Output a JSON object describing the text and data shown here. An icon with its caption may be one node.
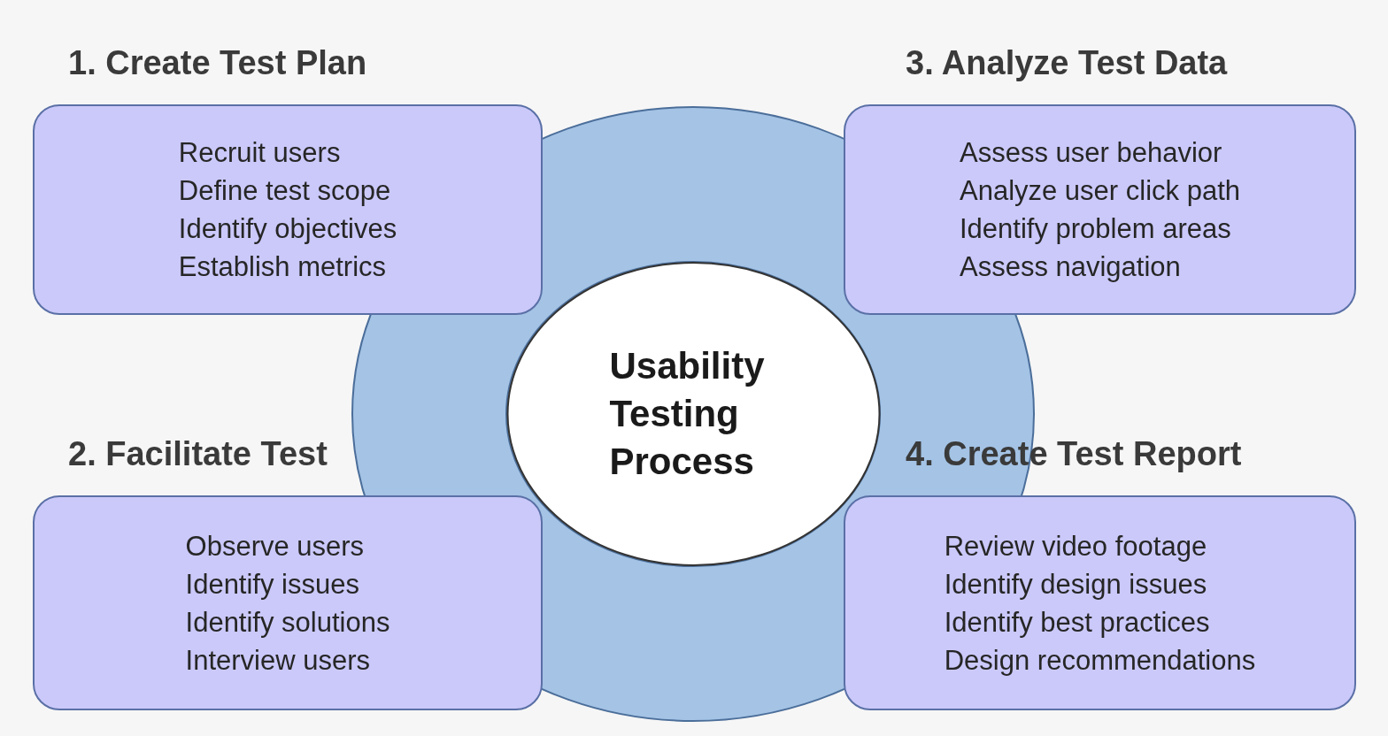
{
  "diagram": {
    "nodes": [
      {
        "text": [
          "1. Create Test Plan",
          "Recruit users",
          "Define test scope",
          "Identify objectives",
          "Establish metrics"
        ]
      },
      {
        "text": [
          "3. Analyze Test Data",
          "Assess user behavior",
          "Analyze user click path",
          "Identify problem areas",
          "Assess navigation"
        ]
      },
      {
        "text": [
          "Usability Testing Process"
        ]
      },
      {
        "text": [
          "2. Facilitate Test",
          "Observe users",
          "Identify issues",
          "Identify solutions",
          "Interview users"
        ]
      },
      {
        "text": [
          "4. Create Test Report",
          "Review video footage",
          "Identify design issues",
          "Identify best practices",
          "Design recommendations"
        ]
      }
    ]
  }
}
